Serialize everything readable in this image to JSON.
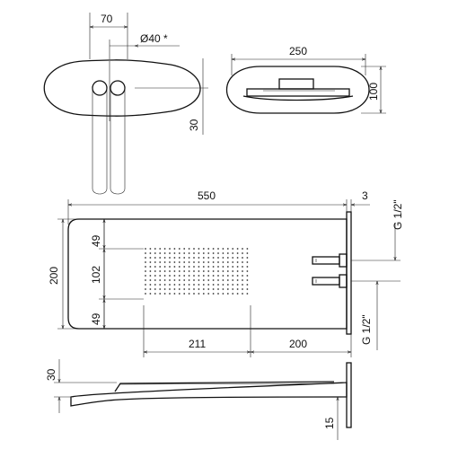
{
  "diagram": {
    "top_left_view": {
      "dim_spacing": "70",
      "dim_diameter": "Ø40 *",
      "dim_height": "30"
    },
    "top_right_view": {
      "dim_width": "250",
      "dim_height": "100"
    },
    "front_view": {
      "dim_length": "550",
      "dim_thickness": "3",
      "dim_height": "200",
      "dim_top_margin": "49",
      "dim_nozzle_height": "102",
      "dim_bottom_margin": "49",
      "dim_nozzle_width": "211",
      "dim_inlet_offset": "200",
      "dim_thread_top": "G 1/2\"",
      "dim_thread_bottom": "G 1/2\""
    },
    "side_view": {
      "dim_top": "30",
      "dim_bottom": "15"
    }
  }
}
